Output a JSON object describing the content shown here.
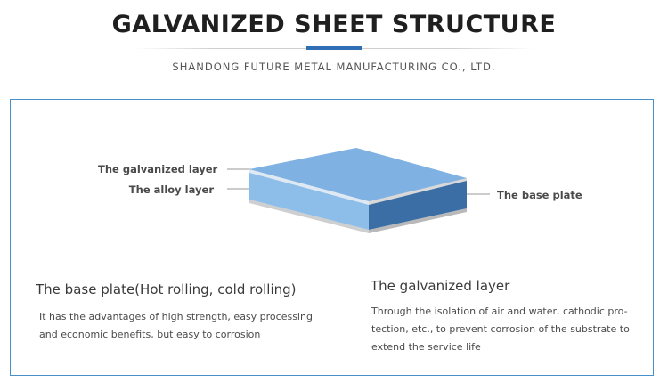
{
  "header": {
    "title": "GALVANIZED SHEET STRUCTURE",
    "subtitle": "SHANDONG FUTURE METAL MANUFACTURING CO., LTD."
  },
  "diagram": {
    "labels": {
      "galvanized_layer": "The galvanized layer",
      "alloy_layer": "The alloy layer",
      "base_plate": "The base plate"
    },
    "colors": {
      "top_face": "#7fb2e3",
      "front_face": "#8dbde9",
      "side_face": "#3a6ea5",
      "edge": "#c9c9c9",
      "frame": "#4a90c8",
      "accent": "#2f6db5"
    }
  },
  "sections": {
    "left": {
      "heading": "The base plate(Hot rolling, cold rolling)",
      "lines": [
        "It has the advantages of high strength, easy processing",
        "and economic benefits, but easy to corrosion"
      ]
    },
    "right": {
      "heading": "The galvanized layer",
      "lines": [
        "Through the isolation of air and water, cathodic pro-",
        "tection, etc., to prevent corrosion of the substrate to",
        "extend the service life"
      ]
    }
  }
}
